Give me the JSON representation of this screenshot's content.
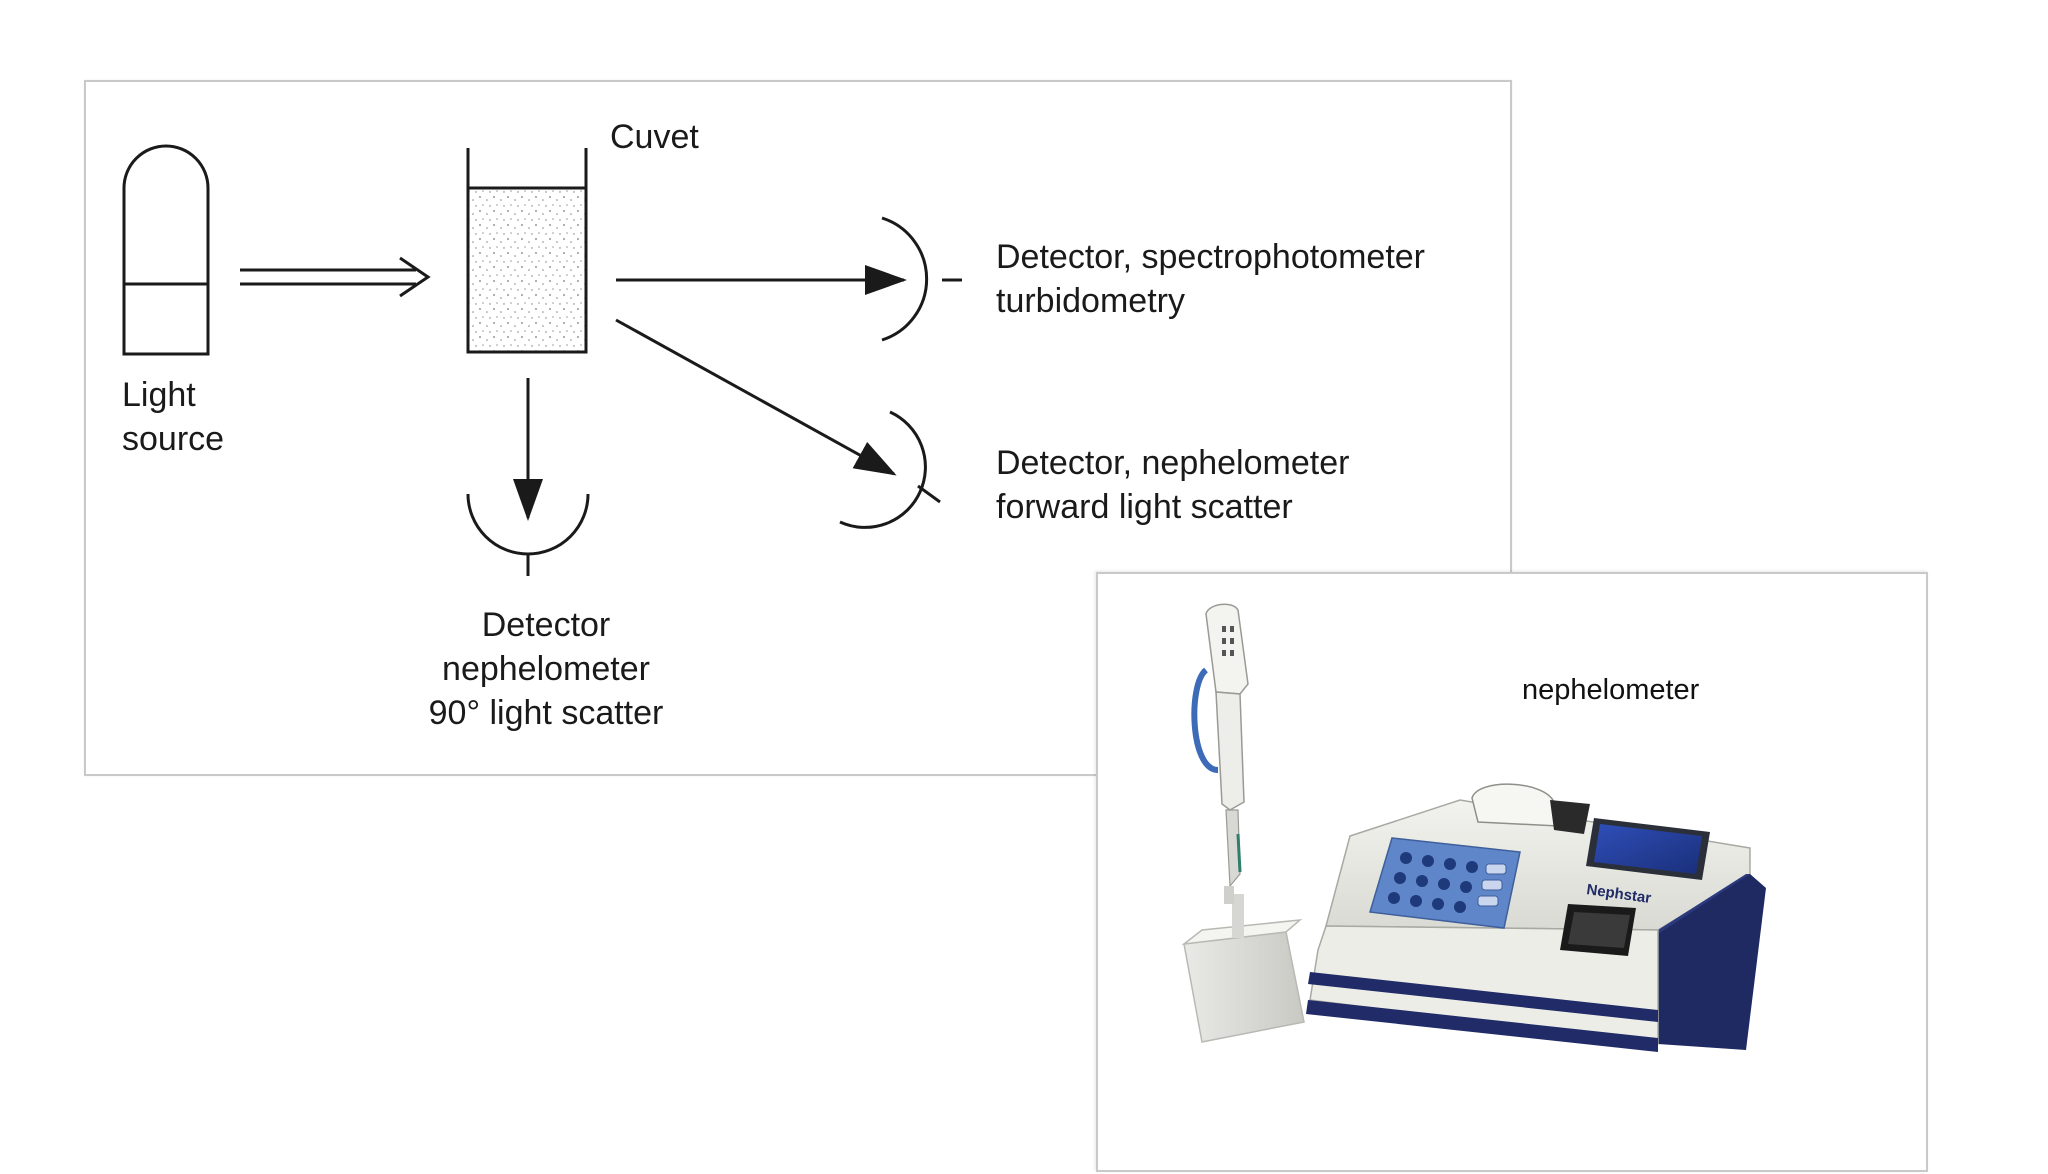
{
  "diagram": {
    "cuvet_label": "Cuvet",
    "light_source_lines": [
      "Light",
      "source"
    ],
    "detector_spectro_lines": [
      "Detector, spectrophotometer",
      "turbidometry"
    ],
    "detector_forward_lines": [
      "Detector, nephelometer",
      "forward light scatter"
    ],
    "detector_90_lines": [
      "Detector",
      "nephelometer",
      "90° light scatter"
    ]
  },
  "photo": {
    "caption": "nephelometer",
    "brand_label": "Nephstar"
  }
}
